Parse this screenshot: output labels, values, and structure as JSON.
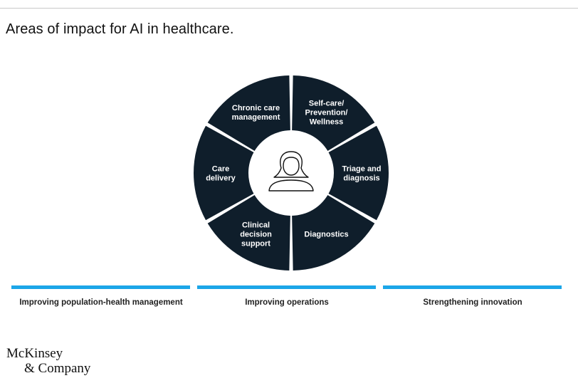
{
  "title": "Areas of impact for AI in healthcare.",
  "diagram": {
    "segments": [
      {
        "lines": [
          "Chronic care",
          "management"
        ]
      },
      {
        "lines": [
          "Self-care/",
          "Prevention/",
          "Wellness"
        ]
      },
      {
        "lines": [
          "Triage and",
          "diagnosis"
        ]
      },
      {
        "lines": [
          "Diagnostics"
        ]
      },
      {
        "lines": [
          "Clinical",
          "decision",
          "support"
        ]
      },
      {
        "lines": [
          "Care",
          "delivery"
        ]
      }
    ],
    "center_icon": "person-icon"
  },
  "categories": [
    {
      "label": "Improving population-health management"
    },
    {
      "label": "Improving operations"
    },
    {
      "label": "Strengthening innovation"
    }
  ],
  "colors": {
    "segment": "#0f1e2b",
    "accent": "#1ca6e8"
  },
  "logo": {
    "line1": "McKinsey",
    "line2": "& Company"
  }
}
